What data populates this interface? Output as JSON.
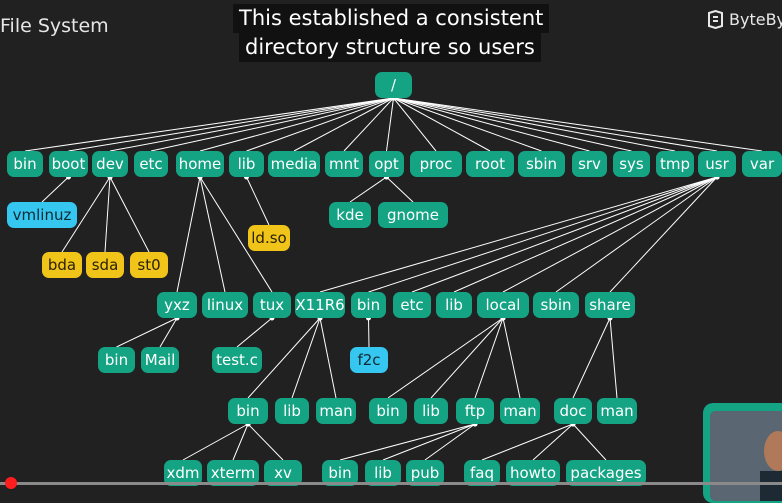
{
  "header": {
    "title": "File System",
    "caption_line1": "This established a consistent",
    "caption_line2": "directory structure so users",
    "brand": "ByteBy"
  },
  "tree": {
    "nodes": [
      {
        "id": "root",
        "label": "/",
        "color": "green"
      },
      {
        "id": "bin",
        "label": "bin",
        "color": "green"
      },
      {
        "id": "boot",
        "label": "boot",
        "color": "green"
      },
      {
        "id": "dev",
        "label": "dev",
        "color": "green"
      },
      {
        "id": "etc",
        "label": "etc",
        "color": "green"
      },
      {
        "id": "home",
        "label": "home",
        "color": "green"
      },
      {
        "id": "lib",
        "label": "lib",
        "color": "green"
      },
      {
        "id": "media",
        "label": "media",
        "color": "green"
      },
      {
        "id": "mnt",
        "label": "mnt",
        "color": "green"
      },
      {
        "id": "opt",
        "label": "opt",
        "color": "green"
      },
      {
        "id": "proc",
        "label": "proc",
        "color": "green"
      },
      {
        "id": "rootdir",
        "label": "root",
        "color": "green"
      },
      {
        "id": "sbin",
        "label": "sbin",
        "color": "green"
      },
      {
        "id": "srv",
        "label": "srv",
        "color": "green"
      },
      {
        "id": "sys",
        "label": "sys",
        "color": "green"
      },
      {
        "id": "tmp",
        "label": "tmp",
        "color": "green"
      },
      {
        "id": "usr",
        "label": "usr",
        "color": "green"
      },
      {
        "id": "var",
        "label": "var",
        "color": "green"
      },
      {
        "id": "vmlinuz",
        "label": "vmlinuz",
        "color": "blue"
      },
      {
        "id": "bda",
        "label": "bda",
        "color": "yellow"
      },
      {
        "id": "sda",
        "label": "sda",
        "color": "yellow"
      },
      {
        "id": "st0",
        "label": "st0",
        "color": "yellow"
      },
      {
        "id": "ldso",
        "label": "ld.so",
        "color": "yellow"
      },
      {
        "id": "kde",
        "label": "kde",
        "color": "green"
      },
      {
        "id": "gnome",
        "label": "gnome",
        "color": "green"
      },
      {
        "id": "yxz",
        "label": "yxz",
        "color": "green"
      },
      {
        "id": "linux",
        "label": "linux",
        "color": "green"
      },
      {
        "id": "tux",
        "label": "tux",
        "color": "green"
      },
      {
        "id": "x11r6",
        "label": "X11R6",
        "color": "green"
      },
      {
        "id": "ubin",
        "label": "bin",
        "color": "green"
      },
      {
        "id": "uetc",
        "label": "etc",
        "color": "green"
      },
      {
        "id": "ulib",
        "label": "lib",
        "color": "green"
      },
      {
        "id": "local",
        "label": "local",
        "color": "green"
      },
      {
        "id": "usbin",
        "label": "sbin",
        "color": "green"
      },
      {
        "id": "share",
        "label": "share",
        "color": "green"
      },
      {
        "id": "ybin",
        "label": "bin",
        "color": "green"
      },
      {
        "id": "mail",
        "label": "Mail",
        "color": "green"
      },
      {
        "id": "testc",
        "label": "test.c",
        "color": "green"
      },
      {
        "id": "f2c",
        "label": "f2c",
        "color": "blue"
      },
      {
        "id": "xbin",
        "label": "bin",
        "color": "green"
      },
      {
        "id": "xlib",
        "label": "lib",
        "color": "green"
      },
      {
        "id": "xman",
        "label": "man",
        "color": "green"
      },
      {
        "id": "lbin",
        "label": "bin",
        "color": "green"
      },
      {
        "id": "llib",
        "label": "lib",
        "color": "green"
      },
      {
        "id": "ftp",
        "label": "ftp",
        "color": "green"
      },
      {
        "id": "lman",
        "label": "man",
        "color": "green"
      },
      {
        "id": "doc",
        "label": "doc",
        "color": "green"
      },
      {
        "id": "sman",
        "label": "man",
        "color": "green"
      },
      {
        "id": "xdm",
        "label": "xdm",
        "color": "green"
      },
      {
        "id": "xterm",
        "label": "xterm",
        "color": "green"
      },
      {
        "id": "xv",
        "label": "xv",
        "color": "green"
      },
      {
        "id": "fbin",
        "label": "bin",
        "color": "green"
      },
      {
        "id": "flib",
        "label": "lib",
        "color": "green"
      },
      {
        "id": "pub",
        "label": "pub",
        "color": "green"
      },
      {
        "id": "faq",
        "label": "faq",
        "color": "green"
      },
      {
        "id": "howto",
        "label": "howto",
        "color": "green"
      },
      {
        "id": "packages",
        "label": "packages",
        "color": "green"
      }
    ],
    "edges": [
      [
        "root",
        "bin"
      ],
      [
        "root",
        "boot"
      ],
      [
        "root",
        "dev"
      ],
      [
        "root",
        "etc"
      ],
      [
        "root",
        "home"
      ],
      [
        "root",
        "lib"
      ],
      [
        "root",
        "media"
      ],
      [
        "root",
        "mnt"
      ],
      [
        "root",
        "opt"
      ],
      [
        "root",
        "proc"
      ],
      [
        "root",
        "rootdir"
      ],
      [
        "root",
        "sbin"
      ],
      [
        "root",
        "srv"
      ],
      [
        "root",
        "sys"
      ],
      [
        "root",
        "tmp"
      ],
      [
        "root",
        "usr"
      ],
      [
        "root",
        "var"
      ],
      [
        "boot",
        "vmlinuz"
      ],
      [
        "dev",
        "bda"
      ],
      [
        "dev",
        "sda"
      ],
      [
        "dev",
        "st0"
      ],
      [
        "lib",
        "ldso"
      ],
      [
        "opt",
        "kde"
      ],
      [
        "opt",
        "gnome"
      ],
      [
        "home",
        "yxz"
      ],
      [
        "home",
        "linux"
      ],
      [
        "home",
        "tux"
      ],
      [
        "usr",
        "x11r6"
      ],
      [
        "usr",
        "ubin"
      ],
      [
        "usr",
        "uetc"
      ],
      [
        "usr",
        "ulib"
      ],
      [
        "usr",
        "local"
      ],
      [
        "usr",
        "usbin"
      ],
      [
        "usr",
        "share"
      ],
      [
        "yxz",
        "ybin"
      ],
      [
        "yxz",
        "mail"
      ],
      [
        "tux",
        "testc"
      ],
      [
        "ubin",
        "f2c"
      ],
      [
        "x11r6",
        "xbin"
      ],
      [
        "x11r6",
        "xlib"
      ],
      [
        "x11r6",
        "xman"
      ],
      [
        "local",
        "lbin"
      ],
      [
        "local",
        "llib"
      ],
      [
        "local",
        "ftp"
      ],
      [
        "local",
        "lman"
      ],
      [
        "share",
        "doc"
      ],
      [
        "share",
        "sman"
      ],
      [
        "xbin",
        "xdm"
      ],
      [
        "xbin",
        "xterm"
      ],
      [
        "xbin",
        "xv"
      ],
      [
        "ftp",
        "fbin"
      ],
      [
        "ftp",
        "flib"
      ],
      [
        "ftp",
        "pub"
      ],
      [
        "doc",
        "faq"
      ],
      [
        "doc",
        "howto"
      ],
      [
        "doc",
        "packages"
      ]
    ]
  },
  "colors": {
    "background": "#212121",
    "node_green": "#14a383",
    "node_blue": "#35c7ef",
    "node_yellow": "#f0c419",
    "edge": "#ffffff",
    "progress_knob": "#ff1e1e"
  },
  "player": {
    "progress_percent": 1
  }
}
